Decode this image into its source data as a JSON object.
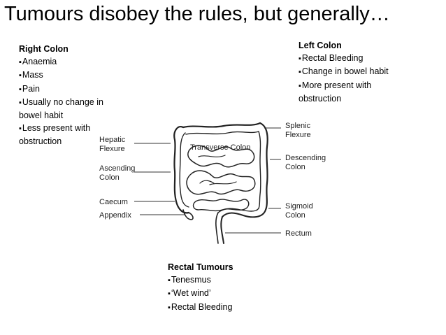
{
  "slide": {
    "title": "Tumours disobey the rules, but generally…"
  },
  "right_colon": {
    "heading": "Right Colon",
    "bullets": [
      "Anaemia",
      "Mass",
      "Pain",
      "Usually no change in",
      "Less present with"
    ],
    "continuations": [
      "bowel habit",
      "obstruction"
    ]
  },
  "left_colon": {
    "heading": "Left Colon",
    "bullets": [
      "Rectal Bleeding",
      "Change in bowel habit",
      "More present with"
    ],
    "continuations": [
      "obstruction"
    ]
  },
  "rectal_tumours": {
    "heading": "Rectal Tumours",
    "bullets": [
      "Tenesmus",
      "‘Wet wind’",
      "Rectal Bleeding"
    ]
  },
  "diagram_labels": {
    "hepatic_1": "Hepatic",
    "hepatic_2": "Flexure",
    "ascending_1": "Ascending",
    "ascending_2": "Colon",
    "caecum": "Caecum",
    "appendix": "Appendix",
    "transverse": "Transverse Colon",
    "splenic_1": "Splenic",
    "splenic_2": "Flexure",
    "descending_1": "Descending",
    "descending_2": "Colon",
    "sigmoid_1": "Sigmoid",
    "sigmoid_2": "Colon",
    "rectum": "Rectum"
  }
}
